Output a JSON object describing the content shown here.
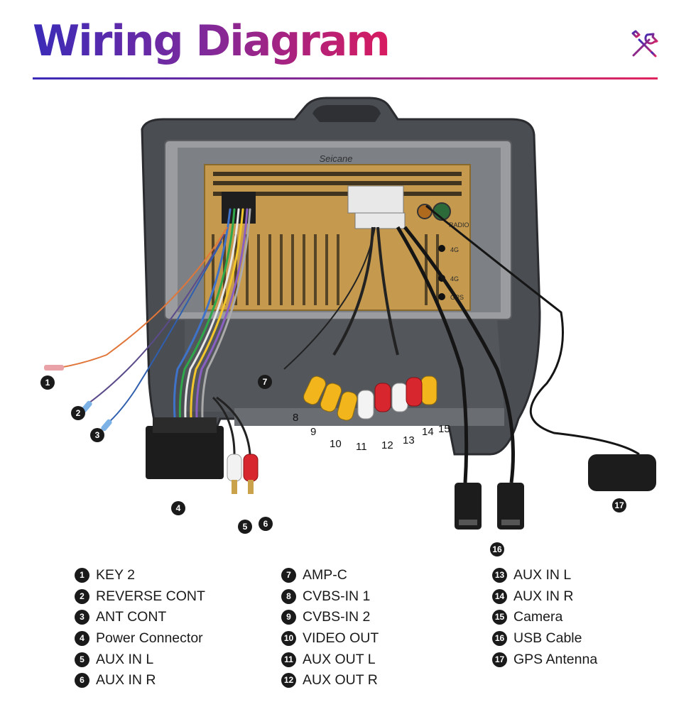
{
  "header": {
    "title": "Wiring Diagram",
    "icon": "tools-icon",
    "accent_start": "#3a2bb8",
    "accent_end": "#e0245e"
  },
  "photo": {
    "brand_text": "Seicane",
    "port_labels": [
      "RADIO",
      "4G",
      "4G",
      "GPS"
    ],
    "callouts": [
      "1",
      "2",
      "3",
      "4",
      "5",
      "6",
      "7",
      "8",
      "9",
      "10",
      "11",
      "12",
      "13",
      "14",
      "15",
      "16",
      "17"
    ]
  },
  "legend": {
    "col1": [
      {
        "num": "1",
        "label": "KEY 2"
      },
      {
        "num": "2",
        "label": "REVERSE CONT"
      },
      {
        "num": "3",
        "label": "ANT CONT"
      },
      {
        "num": "4",
        "label": "Power Connector"
      },
      {
        "num": "5",
        "label": "AUX IN L"
      },
      {
        "num": "6",
        "label": "AUX IN R"
      }
    ],
    "col2": [
      {
        "num": "7",
        "label": "AMP-C"
      },
      {
        "num": "8",
        "label": "CVBS-IN 1"
      },
      {
        "num": "9",
        "label": "CVBS-IN 2"
      },
      {
        "num": "10",
        "label": "VIDEO OUT"
      },
      {
        "num": "11",
        "label": "AUX OUT L"
      },
      {
        "num": "12",
        "label": "AUX OUT R"
      }
    ],
    "col3": [
      {
        "num": "13",
        "label": "AUX IN L"
      },
      {
        "num": "14",
        "label": "AUX IN R"
      },
      {
        "num": "15",
        "label": "Camera"
      },
      {
        "num": "16",
        "label": "USB Cable"
      },
      {
        "num": "17",
        "label": "GPS Antenna"
      }
    ]
  }
}
